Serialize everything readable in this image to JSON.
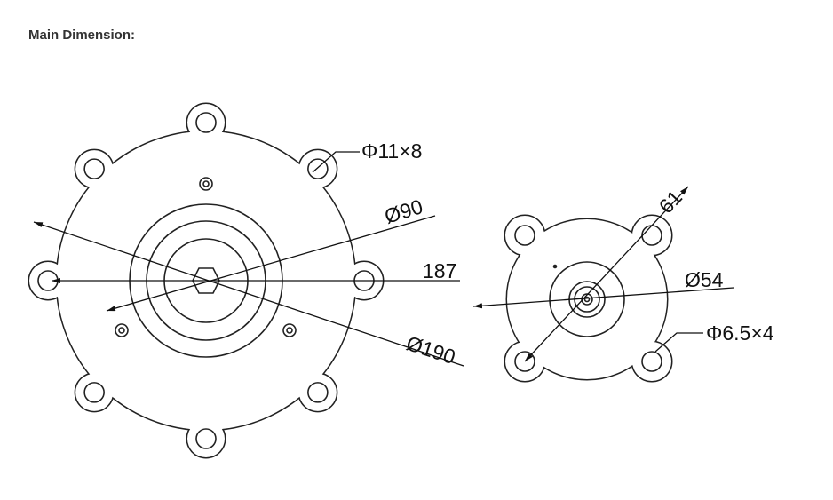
{
  "heading": "Main Dimension:",
  "large_diaphragm": {
    "hole_label": "Φ11×8",
    "inner_diameter_label": "Ø90",
    "hole_spacing_label": "187",
    "outer_diameter_label": "Ø190"
  },
  "small_diaphragm": {
    "diagonal_label": "61",
    "diameter_label": "Ø54",
    "hole_label": "Φ6.5×4"
  }
}
